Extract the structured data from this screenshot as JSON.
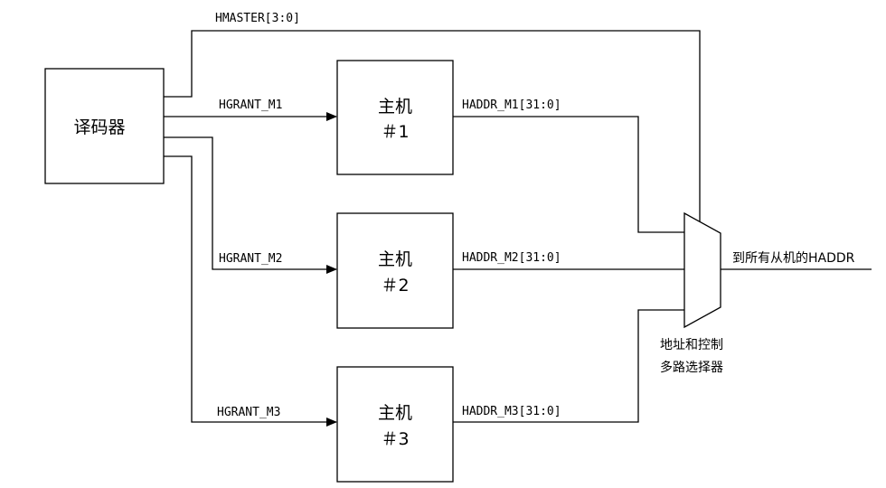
{
  "decoder": {
    "label": "译码器"
  },
  "masters": [
    {
      "name": "主机",
      "id": "＃1",
      "grant": "HGRANT_M1",
      "addr": "HADDR_M1[31:0]"
    },
    {
      "name": "主机",
      "id": "＃2",
      "grant": "HGRANT_M2",
      "addr": "HADDR_M2[31:0]"
    },
    {
      "name": "主机",
      "id": "＃3",
      "grant": "HGRANT_M3",
      "addr": "HADDR_M3[31:0]"
    }
  ],
  "hmaster_label": "HMASTER[3:0]",
  "mux": {
    "line1": "地址和控制",
    "line2": "多路选择器"
  },
  "output_label": "到所有从机的HADDR"
}
